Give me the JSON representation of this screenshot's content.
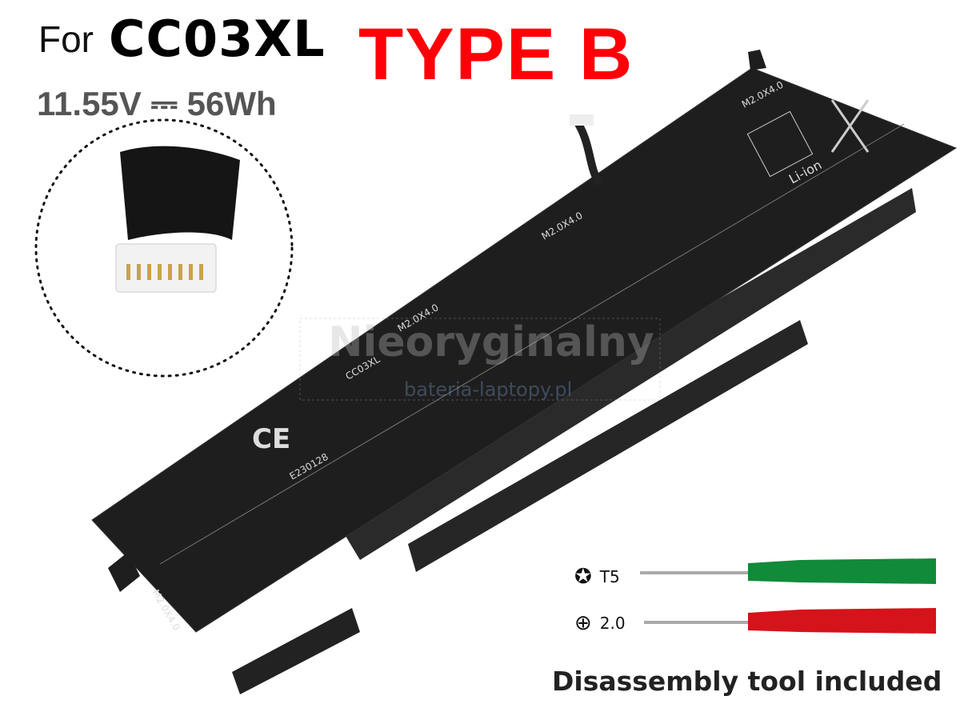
{
  "header": {
    "for_label": "For",
    "model": "CC03XL",
    "type_label": "TYPE B",
    "spec": "11.55V ⎓ 56Wh"
  },
  "battery": {
    "screw_label_top": "M2.0X4.0",
    "screw_label_mid": "M2.0X4.0",
    "screw_label_center": "M2.0X4.0",
    "screw_label_left": "M2.0X4.0",
    "model_tag": "CC03XL",
    "cert_number": "E230128",
    "chem_label": "Li-ion",
    "body_color": "#1e1e1e"
  },
  "watermark": {
    "line1": "Nieoryginalny",
    "line2": "bateria-laptopy.pl"
  },
  "tools": [
    {
      "icon": "torx-icon",
      "label": "T5",
      "handle_color": "#118a3a"
    },
    {
      "icon": "phillips-icon",
      "label": "2.0",
      "handle_color": "#d4141a"
    }
  ],
  "caption": "Disassembly tool included"
}
